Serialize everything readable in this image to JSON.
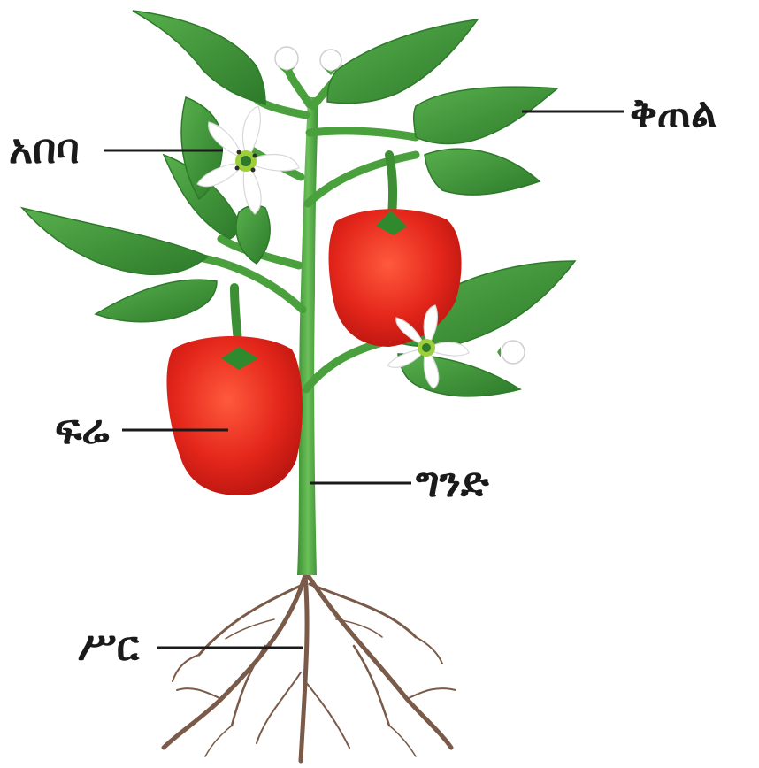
{
  "diagram": {
    "labels": {
      "flower": "አበባ",
      "leaf": "ቅጠል",
      "fruit": "ፍሬ",
      "stem": "ግንድ",
      "root": "ሥር"
    }
  },
  "colors": {
    "leaf": "#3f9a3a",
    "leaf_dark": "#2d7a2a",
    "stem": "#4aa03c",
    "fruit": "#e4261b",
    "fruit_highlight": "#ff5a3c",
    "root": "#7a5a48",
    "leader_line": "#1a1a1a",
    "label_text": "#1a1a1a"
  }
}
